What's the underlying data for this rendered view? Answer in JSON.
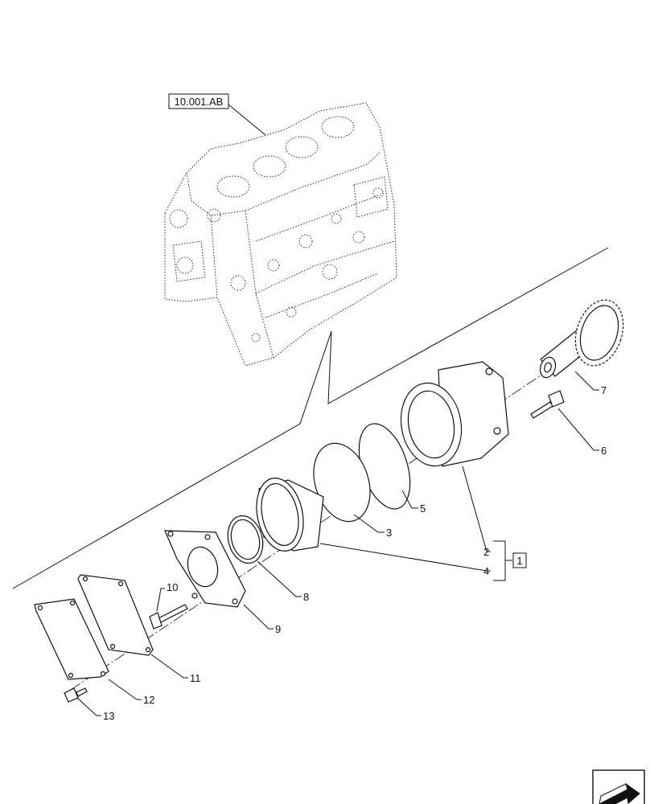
{
  "diagram": {
    "reference_label": "10.001.AB",
    "group_label": "1",
    "callouts": [
      "2",
      "3",
      "4",
      "5",
      "6",
      "7",
      "8",
      "9",
      "10",
      "11",
      "12",
      "13"
    ]
  },
  "icons": {
    "corner": "arrow-navigation-icon"
  }
}
